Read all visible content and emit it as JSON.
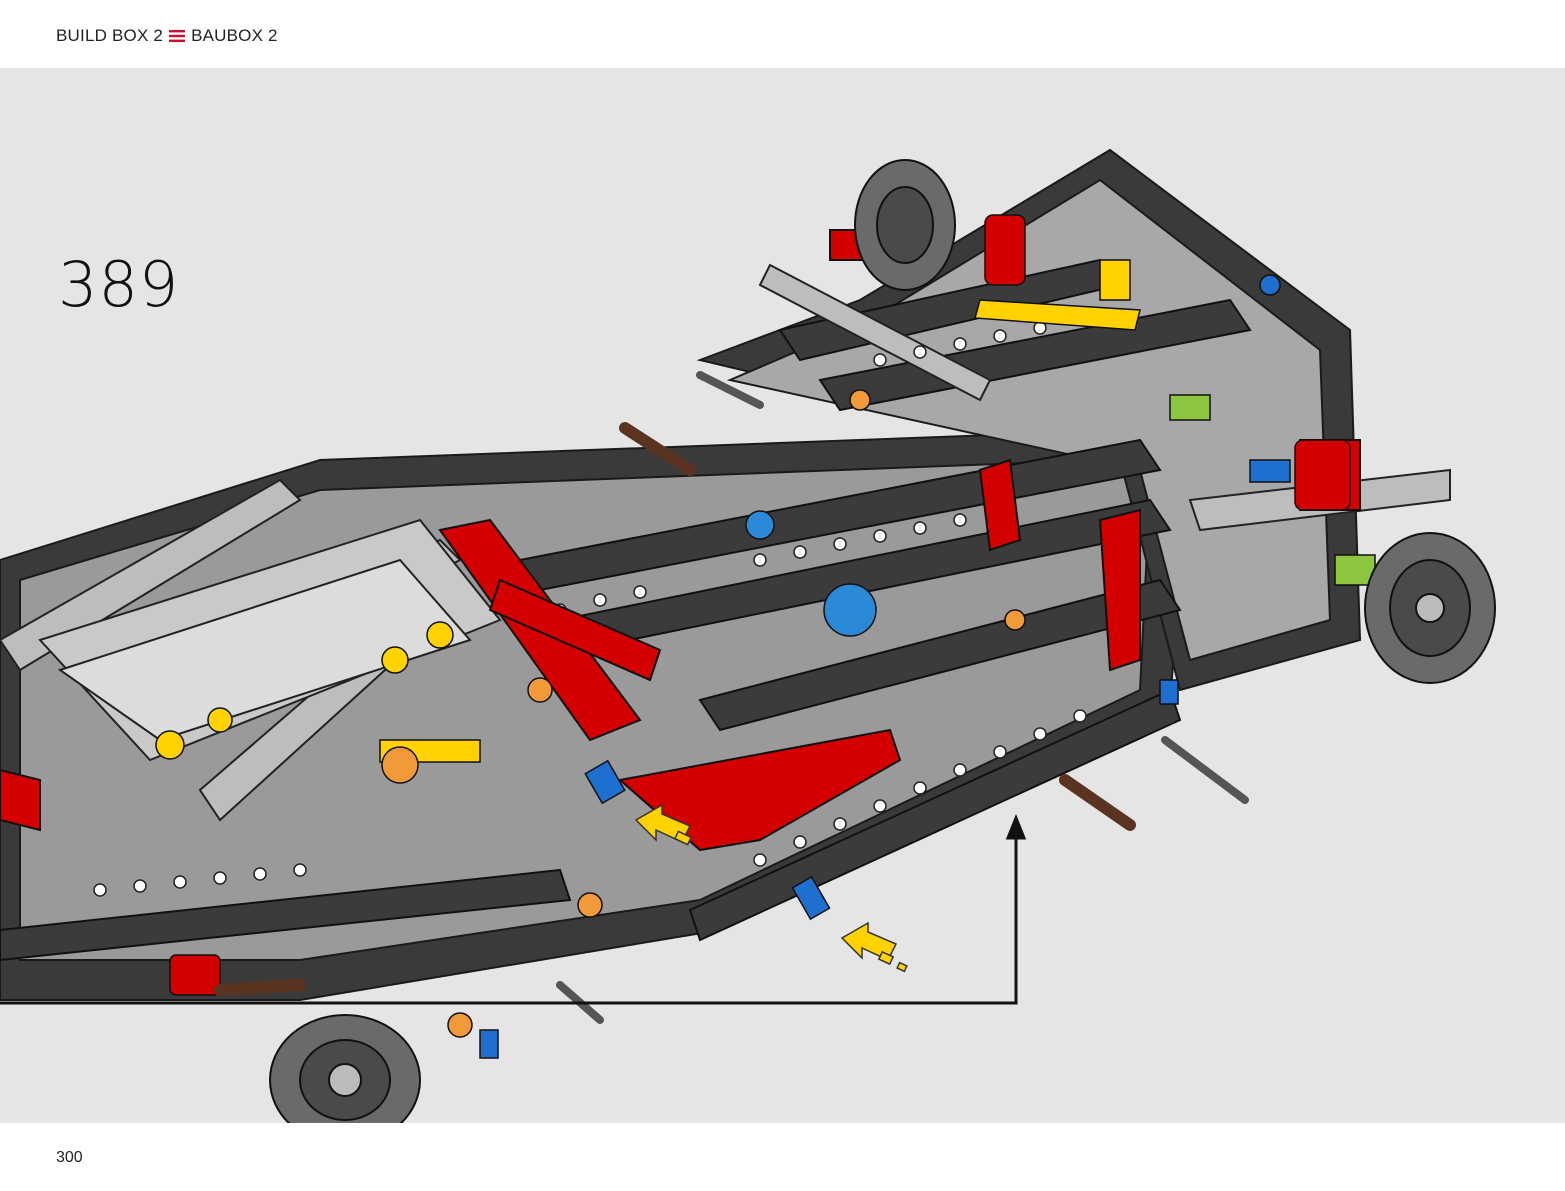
{
  "header": {
    "breadcrumb_left": "BUILD BOX 2",
    "separator_icon": "triple-bar-icon",
    "breadcrumb_right": "BAUBOX 2",
    "separator_color": "#c8102e"
  },
  "step": {
    "number": "389"
  },
  "footer": {
    "page_number": "300"
  },
  "colors": {
    "background": "#e5e5e5",
    "frame_dark": "#3a3a3a",
    "frame_light": "#b8b8b8",
    "accent_red": "#d40000",
    "arrow_yellow": "#ffd200",
    "pin_blue": "#1e6fd0",
    "pin_orange": "#f29a3a"
  }
}
